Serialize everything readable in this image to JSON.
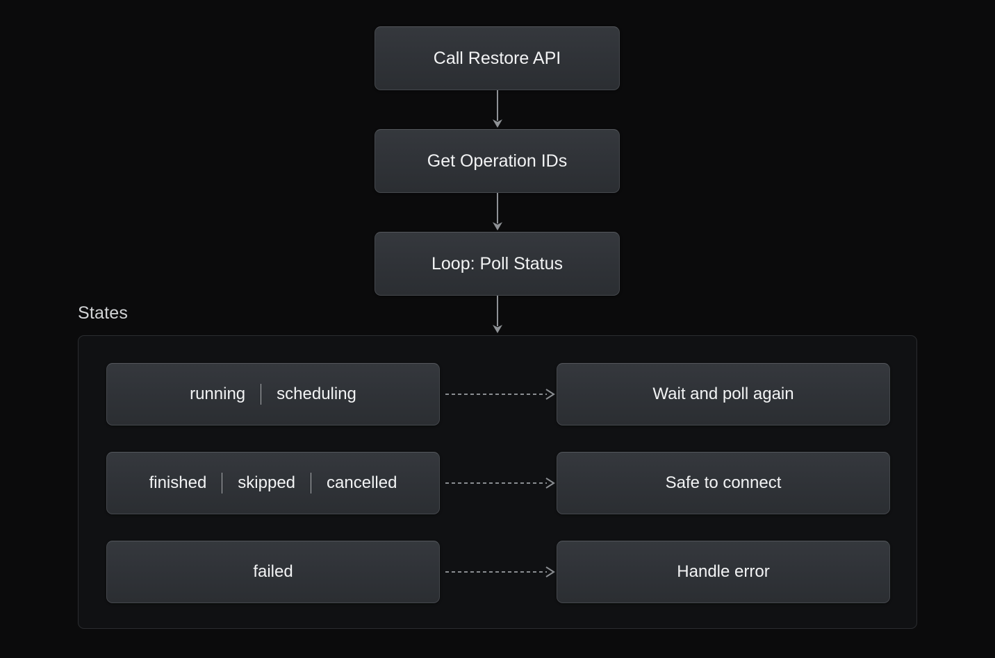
{
  "diagram": {
    "flow_steps": [
      {
        "label": "Call Restore API"
      },
      {
        "label": "Get Operation IDs"
      },
      {
        "label": "Loop: Poll Status"
      }
    ],
    "states_section": {
      "title": "States",
      "rows": [
        {
          "state_tokens": [
            "running",
            "scheduling"
          ],
          "separator": "|",
          "action": "Wait and poll again",
          "arrow": "dashed-arrow-right"
        },
        {
          "state_tokens": [
            "finished",
            "skipped",
            "cancelled"
          ],
          "separator": "|",
          "action": "Safe to connect",
          "arrow": "dashed-arrow-right"
        },
        {
          "state_tokens": [
            "failed"
          ],
          "separator": "|",
          "action": "Handle error",
          "arrow": "dashed-arrow-right"
        }
      ]
    },
    "connectors": [
      {
        "icon": "down-arrow-icon"
      },
      {
        "icon": "down-arrow-icon"
      },
      {
        "icon": "down-arrow-icon"
      }
    ],
    "colors": {
      "background": "#0b0b0c",
      "node_fill": "#303338",
      "node_border": "#45484d",
      "container_fill": "#101113",
      "container_border": "#2b2d30",
      "text": "#f2f3f4",
      "muted_text": "#d2d4d6",
      "connector": "#8f9296"
    }
  }
}
